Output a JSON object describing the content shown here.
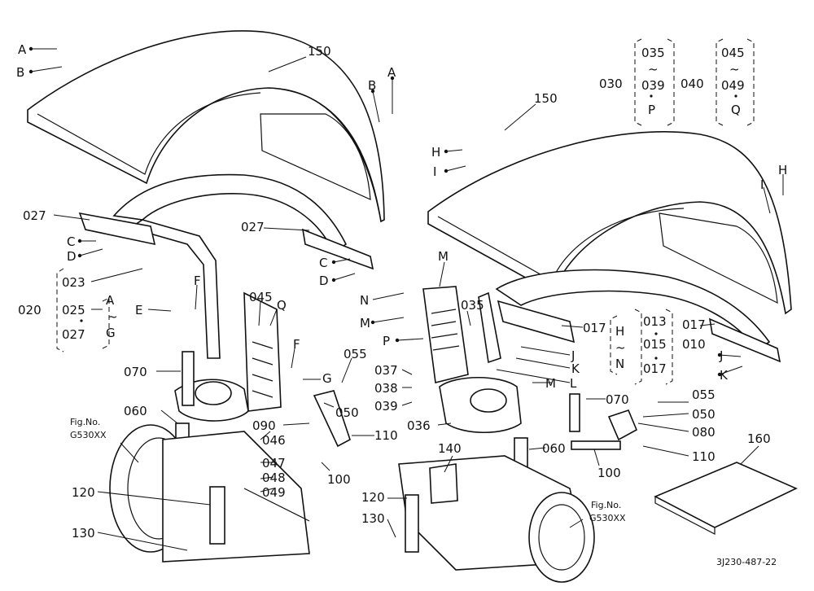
{
  "labels": {
    "l150a": "150",
    "l150b": "150",
    "lA1": "A",
    "lB1": "B",
    "lA2": "A",
    "lB2": "B",
    "lH1": "H",
    "lI1": "I",
    "lH2": "H",
    "lI2": "I",
    "l027a": "027",
    "l027b": "027",
    "lC1": "C",
    "lD1": "D",
    "lC2": "C",
    "lD2": "D",
    "l020": "020",
    "l023": "023",
    "l025": "025",
    "l027c": "027",
    "lAtoG_A": "A",
    "lAtoG_tilde": "~",
    "lAtoG_G": "G",
    "lE": "E",
    "lF1": "F",
    "lF2": "F",
    "l045a": "045",
    "lQ": "Q",
    "lG": "G",
    "l070a": "070",
    "l055a": "055",
    "l050a": "050",
    "l090": "090",
    "l110a": "110",
    "l060a": "060",
    "l046": "046",
    "l047": "047",
    "l048": "048",
    "l049": "049",
    "l100a": "100",
    "l120a": "120",
    "l130a": "130",
    "lFigA1": "Fig.No.",
    "lFigA2": "G530XX",
    "l030": "030",
    "l035": "035",
    "l039": "039",
    "lP1": "P",
    "l040": "040",
    "l045b": "045",
    "l049b": "049",
    "lQ2": "Q",
    "lM1": "M",
    "lN": "N",
    "lM2": "M",
    "lP2": "P",
    "l035b": "035",
    "l037": "037",
    "l038": "038",
    "l039b": "039",
    "l036": "036",
    "lJ1": "J",
    "lK1": "K",
    "lL": "L",
    "lM3": "M",
    "l013": "013",
    "l015": "015",
    "l017a": "017",
    "l010": "010",
    "lHtoN_H": "H",
    "lHtoN_tilde": "~",
    "lHtoN_N": "N",
    "l017b": "017",
    "l017c": "017",
    "lJ2": "J",
    "lK2": "K",
    "l070b": "070",
    "l055b": "055",
    "l050b": "050",
    "l080": "080",
    "l110b": "110",
    "l060b": "060",
    "l100b": "100",
    "l140": "140",
    "l120b": "120",
    "l130b": "130",
    "lFigB1": "Fig.No.",
    "lFigB2": "G530XX",
    "l160": "160",
    "lcode": "3J230-487-22",
    "tilde": "~"
  }
}
